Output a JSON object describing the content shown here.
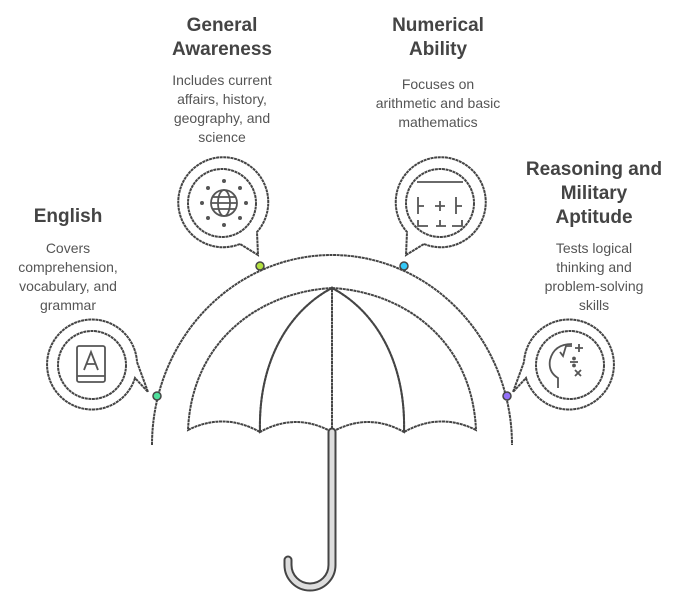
{
  "items": [
    {
      "title": [
        "English"
      ],
      "desc": [
        "Covers",
        "comprehension,",
        "vocabulary, and",
        "grammar"
      ],
      "icon": "book-a-icon",
      "color": "#4fe09c"
    },
    {
      "title": [
        "General",
        "Awareness"
      ],
      "desc": [
        "Includes current",
        "affairs, history,",
        "geography, and",
        "science"
      ],
      "icon": "globe-icon",
      "color": "#b3e040"
    },
    {
      "title": [
        "Numerical",
        "Ability"
      ],
      "desc": [
        "Focuses on",
        "arithmetic and basic",
        "mathematics"
      ],
      "icon": "calculator-icon",
      "color": "#33c8f8"
    },
    {
      "title": [
        "Reasoning and",
        "Military",
        "Aptitude"
      ],
      "desc": [
        "Tests logical",
        "thinking and",
        "problem-solving",
        "skills"
      ],
      "icon": "brain-math-icon",
      "color": "#9370f8"
    }
  ]
}
